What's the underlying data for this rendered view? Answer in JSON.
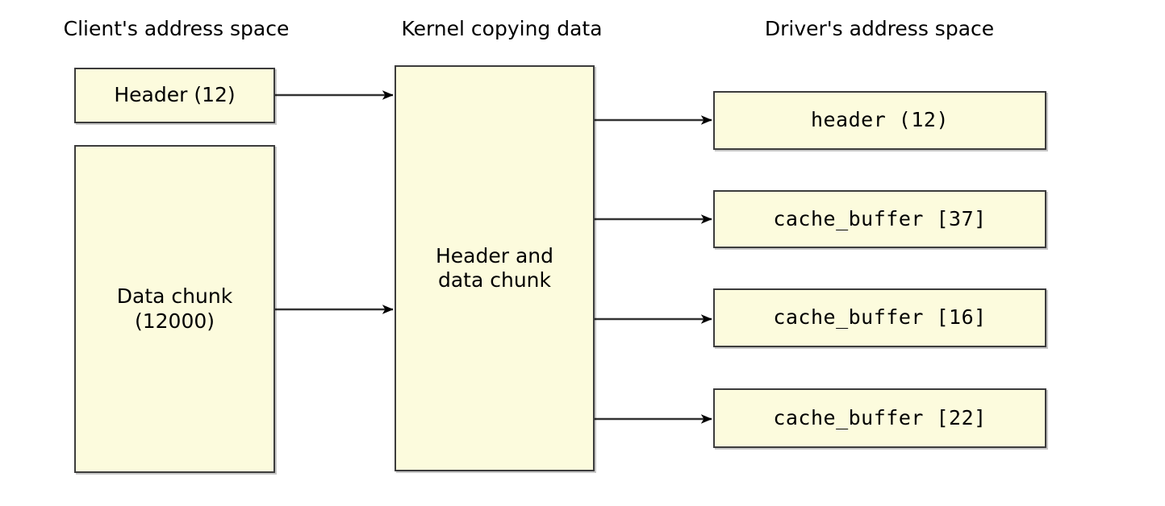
{
  "diagram": {
    "title_columns": [
      {
        "id": "client",
        "label": "Client's address space"
      },
      {
        "id": "kernel",
        "label": "Kernel copying data"
      },
      {
        "id": "driver",
        "label": "Driver's address space"
      }
    ],
    "colors": {
      "box_fill": "#fcfbdd",
      "box_stroke": "#3c3c3c",
      "arrow": "#333333",
      "text": "#000000",
      "background": "#ffffff"
    },
    "nodes": {
      "client_header": {
        "label": "Header (12)",
        "font": "sans"
      },
      "client_data_chunk": {
        "label": "Data chunk\n(12000)",
        "font": "sans"
      },
      "kernel_buffer": {
        "label": "Header and\ndata chunk",
        "font": "sans"
      },
      "driver_header": {
        "label": "header (12)",
        "font": "mono"
      },
      "driver_cache": [
        {
          "label": "cache_buffer [37]",
          "font": "mono"
        },
        {
          "label": "cache_buffer [16]",
          "font": "mono"
        },
        {
          "label": "cache_buffer [22]",
          "font": "mono"
        }
      ]
    },
    "arrows": [
      {
        "id": "client-header-to-kernel",
        "from": "client_header",
        "to": "kernel_buffer"
      },
      {
        "id": "client-data-to-kernel",
        "from": "client_data_chunk",
        "to": "kernel_buffer"
      },
      {
        "id": "kernel-to-driver-header",
        "from": "kernel_buffer",
        "to": "driver_header"
      },
      {
        "id": "kernel-to-cache-37",
        "from": "kernel_buffer",
        "to": "driver_cache_0"
      },
      {
        "id": "kernel-to-cache-16",
        "from": "kernel_buffer",
        "to": "driver_cache_1"
      },
      {
        "id": "kernel-to-cache-22",
        "from": "kernel_buffer",
        "to": "driver_cache_2"
      }
    ]
  }
}
